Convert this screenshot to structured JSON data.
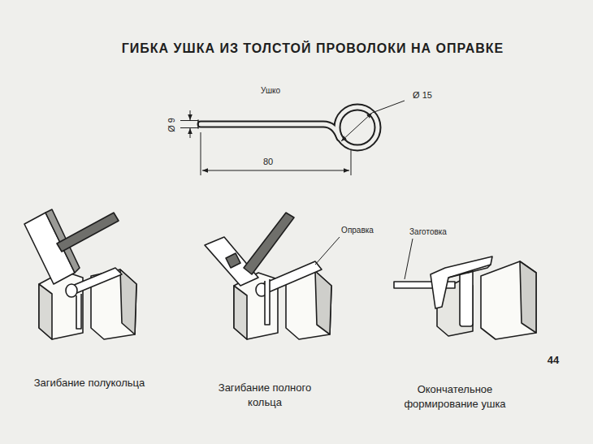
{
  "diagram": {
    "title": "ГИБКА УШКА ИЗ ТОЛСТОЙ ПРОВОЛОКИ НА ОПРАВКЕ",
    "labels": [
      "Ушко",
      "Ø 15",
      "Ø 9",
      "80",
      "Оправка",
      "Заготовка",
      "Загибание полукольца",
      "Загибание полного кольца",
      "Окончательное формирование ушка",
      "44"
    ]
  }
}
